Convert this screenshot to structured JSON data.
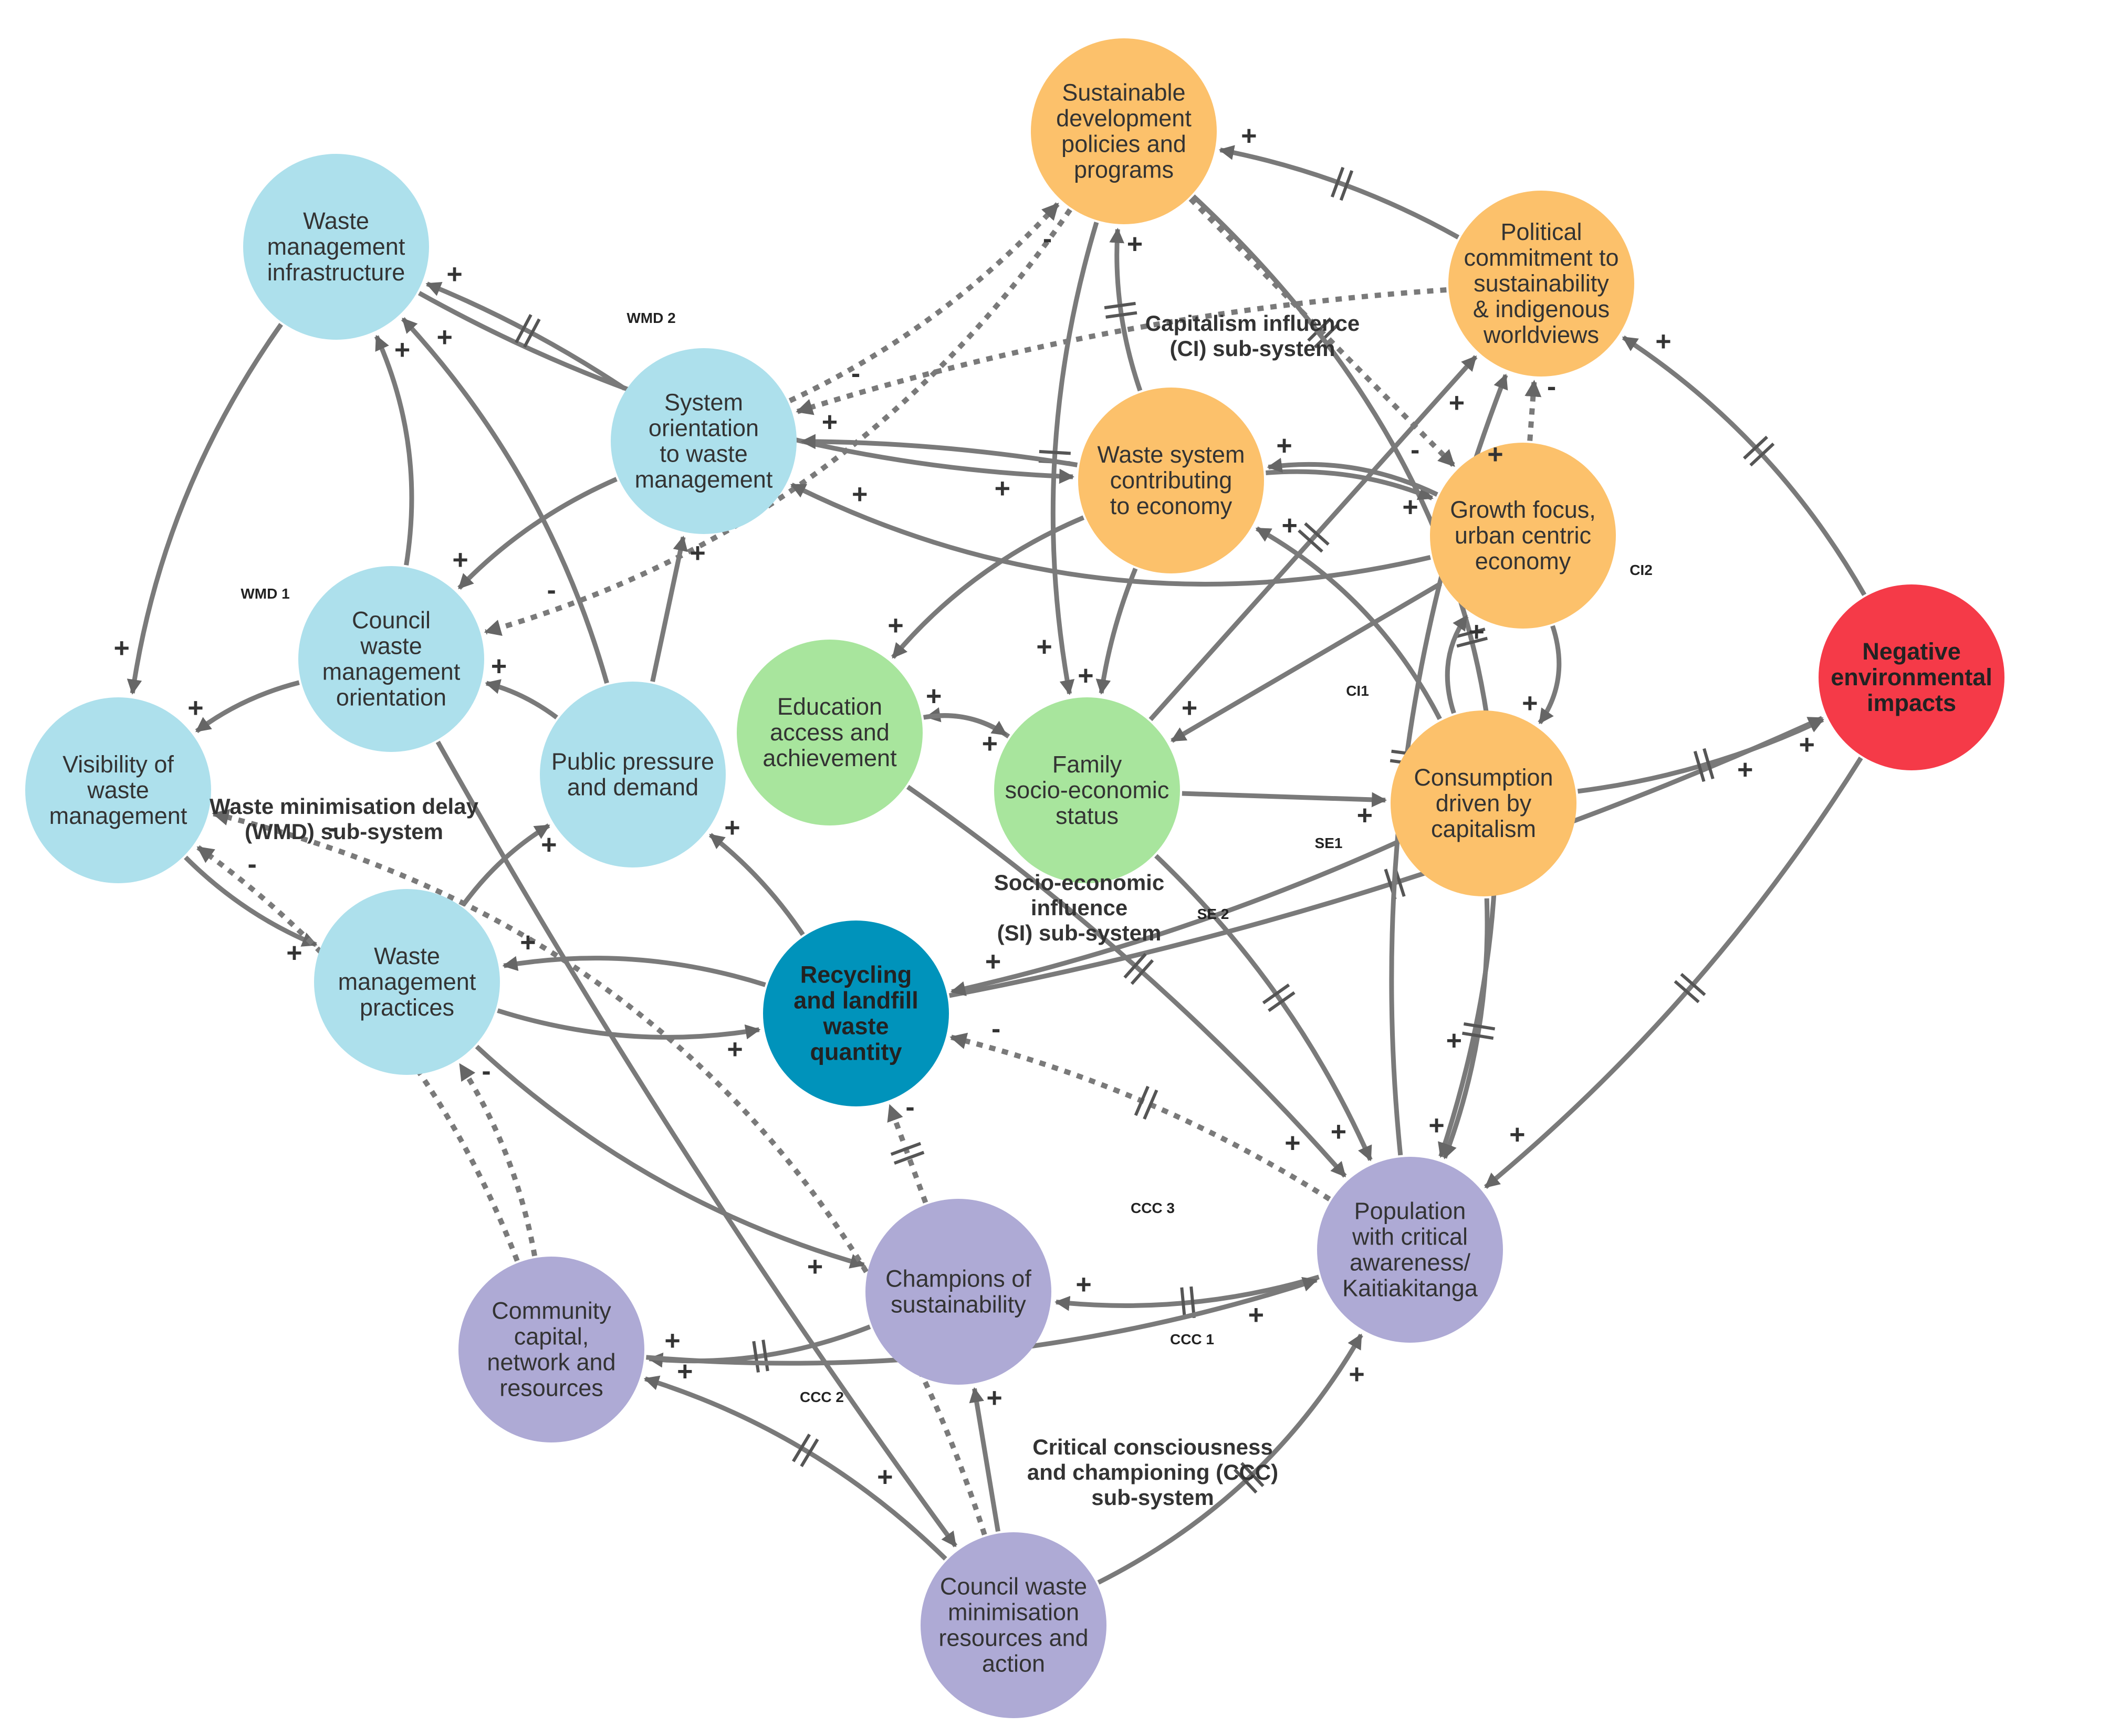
{
  "colors": {
    "wmd": "#ade0ec",
    "ci": "#fcc16b",
    "si": "#a8e59d",
    "ccc": "#aeaad5",
    "recycling": "#0093bb",
    "negative": "#f53a48",
    "edge": "#7a7a7a"
  },
  "nodes": [
    {
      "id": "wmi",
      "lines": [
        "Waste",
        "management",
        "infrastructure"
      ],
      "group": "wmd",
      "bold": false
    },
    {
      "id": "sow",
      "lines": [
        "System",
        "orientation",
        "to waste",
        "management"
      ],
      "group": "wmd",
      "bold": false
    },
    {
      "id": "cwmo",
      "lines": [
        "Council",
        "waste",
        "management",
        "orientation"
      ],
      "group": "wmd",
      "bold": false
    },
    {
      "id": "vis",
      "lines": [
        "Visibility of",
        "waste",
        "management"
      ],
      "group": "wmd",
      "bold": false
    },
    {
      "id": "ppd",
      "lines": [
        "Public pressure",
        "and demand"
      ],
      "group": "wmd",
      "bold": false
    },
    {
      "id": "wmp",
      "lines": [
        "Waste",
        "management",
        "practices"
      ],
      "group": "wmd",
      "bold": false
    },
    {
      "id": "rlw",
      "lines": [
        "Recycling",
        "and landfill",
        "waste",
        "quantity"
      ],
      "group": "recycling",
      "bold": true
    },
    {
      "id": "sdp",
      "lines": [
        "Sustainable",
        "development",
        "policies and",
        "programs"
      ],
      "group": "ci",
      "bold": false
    },
    {
      "id": "pcs",
      "lines": [
        "Political",
        "commitment to",
        "sustainability",
        "& indigenous",
        "worldviews"
      ],
      "group": "ci",
      "bold": false
    },
    {
      "id": "wsce",
      "lines": [
        "Waste system",
        "contributing",
        "to economy"
      ],
      "group": "ci",
      "bold": false
    },
    {
      "id": "gf",
      "lines": [
        "Growth focus,",
        "urban centric",
        "economy"
      ],
      "group": "ci",
      "bold": false
    },
    {
      "id": "cdc",
      "lines": [
        "Consumption",
        "driven by",
        "capitalism"
      ],
      "group": "ci",
      "bold": false
    },
    {
      "id": "nei",
      "lines": [
        "Negative",
        "environmental",
        "impacts"
      ],
      "group": "negative",
      "bold": true
    },
    {
      "id": "eaa",
      "lines": [
        "Education",
        "access and",
        "achievement"
      ],
      "group": "si",
      "bold": false
    },
    {
      "id": "fses",
      "lines": [
        "Family",
        "socio-economic",
        "status"
      ],
      "group": "si",
      "bold": false
    },
    {
      "id": "pca",
      "lines": [
        "Population",
        "with critical",
        "awareness/",
        "Kaitiakitanga"
      ],
      "group": "ccc",
      "bold": false
    },
    {
      "id": "cos",
      "lines": [
        "Champions of",
        "sustainability"
      ],
      "group": "ccc",
      "bold": false
    },
    {
      "id": "ccnr",
      "lines": [
        "Community",
        "capital,",
        "network and",
        "resources"
      ],
      "group": "ccc",
      "bold": false
    },
    {
      "id": "cwmr",
      "lines": [
        "Council waste",
        "minimisation",
        "resources and",
        "action"
      ],
      "group": "ccc",
      "bold": false
    }
  ],
  "edges": [
    {
      "from": "wmi",
      "to": "vis",
      "sign": "+",
      "dashed": false,
      "delay": false
    },
    {
      "from": "wmi",
      "to": "wsce",
      "sign": "+",
      "dashed": false,
      "delay": false
    },
    {
      "from": "sow",
      "to": "wmi",
      "sign": "+",
      "dashed": false,
      "delay": true
    },
    {
      "from": "sow",
      "to": "sdp",
      "sign": "-",
      "dashed": true,
      "delay": false
    },
    {
      "from": "cwmo",
      "to": "wmi",
      "sign": "+",
      "dashed": false,
      "delay": false
    },
    {
      "from": "cwmo",
      "to": "vis",
      "sign": "+",
      "dashed": false,
      "delay": false
    },
    {
      "from": "cwmo",
      "to": "cwmr",
      "sign": "+",
      "dashed": false,
      "delay": false
    },
    {
      "from": "sow",
      "to": "cwmo",
      "sign": "+",
      "dashed": false,
      "delay": false
    },
    {
      "from": "sdp",
      "to": "cwmo",
      "sign": "-",
      "dashed": true,
      "delay": false
    },
    {
      "from": "ppd",
      "to": "wmi",
      "sign": "+",
      "dashed": false,
      "delay": false
    },
    {
      "from": "ppd",
      "to": "sow",
      "sign": "+",
      "dashed": false,
      "delay": false
    },
    {
      "from": "ppd",
      "to": "cwmo",
      "sign": "+",
      "dashed": false,
      "delay": false
    },
    {
      "from": "vis",
      "to": "wmp",
      "sign": "+",
      "dashed": false,
      "delay": false
    },
    {
      "from": "wmp",
      "to": "ppd",
      "sign": "+",
      "dashed": false,
      "delay": false
    },
    {
      "from": "wmp",
      "to": "rlw",
      "sign": "+",
      "dashed": false,
      "delay": false
    },
    {
      "from": "wmp",
      "to": "cos",
      "sign": "+",
      "dashed": false,
      "delay": false
    },
    {
      "from": "rlw",
      "to": "wmp",
      "sign": "+",
      "dashed": false,
      "delay": false
    },
    {
      "from": "rlw",
      "to": "ppd",
      "sign": "+",
      "dashed": false,
      "delay": false
    },
    {
      "from": "rlw",
      "to": "nei",
      "sign": "+",
      "dashed": false,
      "delay": true
    },
    {
      "from": "sdp",
      "to": "fses",
      "sign": "+",
      "dashed": false,
      "delay": true
    },
    {
      "from": "sdp",
      "to": "gf",
      "sign": "-",
      "dashed": true,
      "delay": true
    },
    {
      "from": "sdp",
      "to": "pca",
      "sign": "+",
      "dashed": false,
      "delay": true
    },
    {
      "from": "pcs",
      "to": "sdp",
      "sign": "+",
      "dashed": false,
      "delay": true
    },
    {
      "from": "pcs",
      "to": "sow",
      "sign": "-",
      "dashed": true,
      "delay": false
    },
    {
      "from": "wsce",
      "to": "sdp",
      "sign": "+",
      "dashed": false,
      "delay": true
    },
    {
      "from": "wsce",
      "to": "sow",
      "sign": "+",
      "dashed": false,
      "delay": false
    },
    {
      "from": "wsce",
      "to": "gf",
      "sign": "+",
      "dashed": false,
      "delay": false
    },
    {
      "from": "wsce",
      "to": "eaa",
      "sign": "+",
      "dashed": false,
      "delay": false
    },
    {
      "from": "wsce",
      "to": "fses",
      "sign": "+",
      "dashed": false,
      "delay": false
    },
    {
      "from": "gf",
      "to": "pcs",
      "sign": "-",
      "dashed": true,
      "delay": false
    },
    {
      "from": "gf",
      "to": "wsce",
      "sign": "+",
      "dashed": false,
      "delay": false
    },
    {
      "from": "gf",
      "to": "sow",
      "sign": "+",
      "dashed": false,
      "delay": false
    },
    {
      "from": "gf",
      "to": "fses",
      "sign": "+",
      "dashed": false,
      "delay": false
    },
    {
      "from": "gf",
      "to": "cdc",
      "sign": "+",
      "dashed": false,
      "delay": false
    },
    {
      "from": "cdc",
      "to": "gf",
      "sign": "+",
      "dashed": false,
      "delay": false
    },
    {
      "from": "cdc",
      "to": "wsce",
      "sign": "+",
      "dashed": false,
      "delay": false
    },
    {
      "from": "cdc",
      "to": "rlw",
      "sign": "+",
      "dashed": false,
      "delay": false
    },
    {
      "from": "cdc",
      "to": "nei",
      "sign": "+",
      "dashed": false,
      "delay": true
    },
    {
      "from": "cdc",
      "to": "pca",
      "sign": "+",
      "dashed": false,
      "delay": true
    },
    {
      "from": "fses",
      "to": "eaa",
      "sign": "+",
      "dashed": false,
      "delay": false
    },
    {
      "from": "fses",
      "to": "pcs",
      "sign": "+",
      "dashed": false,
      "delay": true
    },
    {
      "from": "fses",
      "to": "cdc",
      "sign": "+",
      "dashed": false,
      "delay": false
    },
    {
      "from": "fses",
      "to": "pca",
      "sign": "+",
      "dashed": false,
      "delay": true
    },
    {
      "from": "eaa",
      "to": "fses",
      "sign": "+",
      "dashed": false,
      "delay": false
    },
    {
      "from": "eaa",
      "to": "pca",
      "sign": "+",
      "dashed": false,
      "delay": true
    },
    {
      "from": "nei",
      "to": "pcs",
      "sign": "+",
      "dashed": false,
      "delay": true
    },
    {
      "from": "nei",
      "to": "pca",
      "sign": "+",
      "dashed": false,
      "delay": true
    },
    {
      "from": "pca",
      "to": "pcs",
      "sign": "+",
      "dashed": false,
      "delay": true
    },
    {
      "from": "pca",
      "to": "cos",
      "sign": "+",
      "dashed": false,
      "delay": true
    },
    {
      "from": "pca",
      "to": "rlw",
      "sign": "-",
      "dashed": true,
      "delay": true
    },
    {
      "from": "cos",
      "to": "rlw",
      "sign": "-",
      "dashed": true,
      "delay": true
    },
    {
      "from": "cos",
      "to": "ccnr",
      "sign": "+",
      "dashed": false,
      "delay": true
    },
    {
      "from": "ccnr",
      "to": "wmp",
      "sign": "-",
      "dashed": true,
      "delay": false
    },
    {
      "from": "ccnr",
      "to": "vis",
      "sign": "-",
      "dashed": true,
      "delay": false
    },
    {
      "from": "ccnr",
      "to": "pca",
      "sign": "+",
      "dashed": false,
      "delay": true
    },
    {
      "from": "cwmr",
      "to": "cos",
      "sign": "+",
      "dashed": false,
      "delay": false
    },
    {
      "from": "cwmr",
      "to": "ccnr",
      "sign": "+",
      "dashed": false,
      "delay": true
    },
    {
      "from": "cwmr",
      "to": "pca",
      "sign": "+",
      "dashed": false,
      "delay": true
    },
    {
      "from": "cwmr",
      "to": "vis",
      "sign": "-",
      "dashed": true,
      "delay": false
    }
  ],
  "loop_labels": [
    {
      "id": "wmd1",
      "text": "WMD 1"
    },
    {
      "id": "wmd2",
      "text": "WMD 2"
    },
    {
      "id": "ci1",
      "text": "CI1"
    },
    {
      "id": "ci2",
      "text": "CI2"
    },
    {
      "id": "se1",
      "text": "SE1"
    },
    {
      "id": "se2",
      "text": "SE 2"
    },
    {
      "id": "ccc1",
      "text": "CCC 1"
    },
    {
      "id": "ccc2",
      "text": "CCC 2"
    },
    {
      "id": "ccc3",
      "text": "CCC 3"
    }
  ],
  "subsystem_labels": [
    {
      "id": "wmd",
      "lines": [
        "Waste minimisation delay",
        "(WMD) sub-system"
      ]
    },
    {
      "id": "ci",
      "lines": [
        "Capitalism influence",
        "(CI) sub-system"
      ]
    },
    {
      "id": "si",
      "lines": [
        "Socio-economic",
        "influence",
        "(SI) sub-system"
      ]
    },
    {
      "id": "ccc",
      "lines": [
        "Critical consciousness",
        "and championing (CCC)",
        "sub-system"
      ]
    }
  ]
}
